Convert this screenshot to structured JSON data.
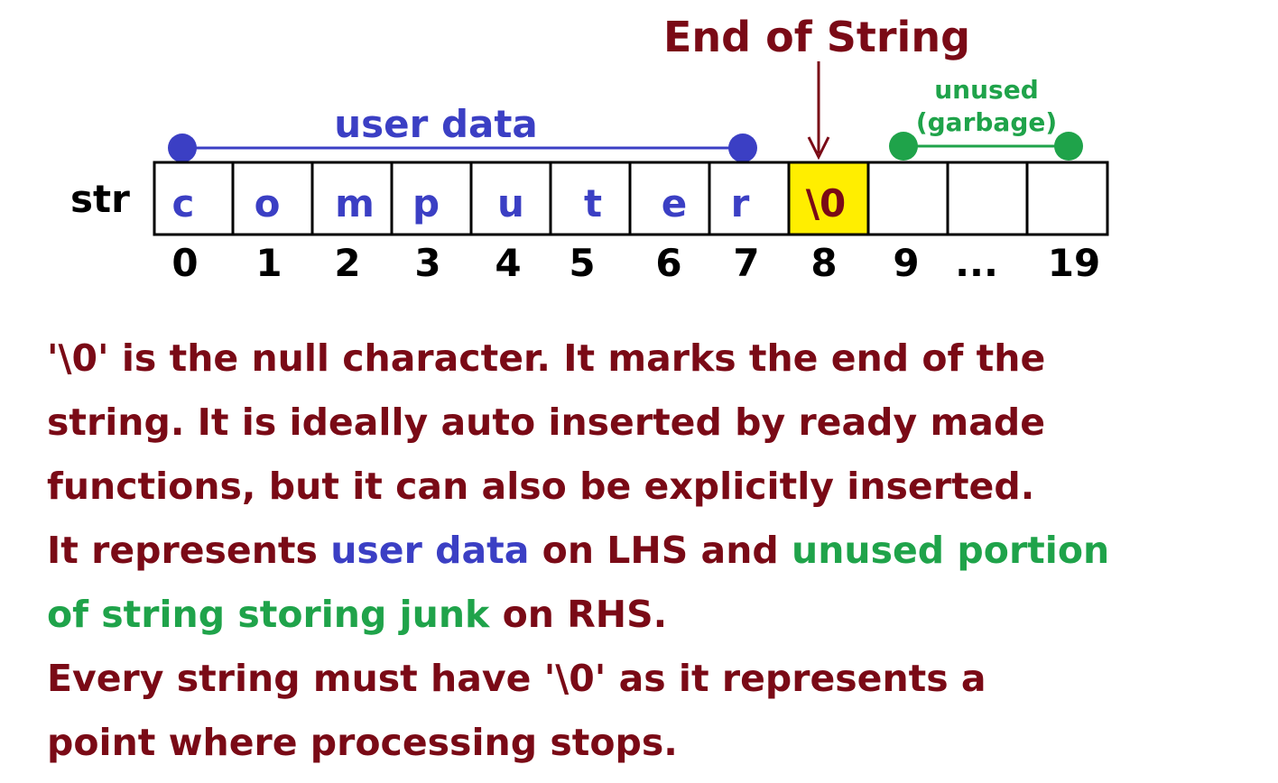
{
  "diagram": {
    "end_label": "End of String",
    "user_label": "user data",
    "unused_label_1": "unused",
    "unused_label_2": "(garbage)",
    "var_name": "str",
    "cells": [
      "c",
      "o",
      "m",
      "p",
      "u",
      "t",
      "e",
      "r",
      "\\0",
      "",
      "",
      ""
    ],
    "indices": [
      "0",
      "1",
      "2",
      "3",
      "4",
      "5",
      "6",
      "7",
      "8",
      "9",
      "...",
      "19"
    ],
    "colors": {
      "user": "#3b3fc4",
      "unused": "#1fa34a",
      "end": "#7a0a16",
      "null_cell": "#ffee00"
    }
  },
  "explanation": {
    "line1": "'\\0' is the null character. It marks the end of the",
    "line2": "string. It is ideally auto inserted by ready made",
    "line3": "functions, but it can also be explicitly inserted.",
    "line4_a": "It represents ",
    "line4_b": "user data",
    "line4_c": " on LHS and ",
    "line4_d": "unused portion",
    "line5_a": "of string storing junk",
    "line5_b": " on RHS.",
    "line6": "Every string must have '\\0' as it represents a",
    "line7": "point where processing stops."
  }
}
